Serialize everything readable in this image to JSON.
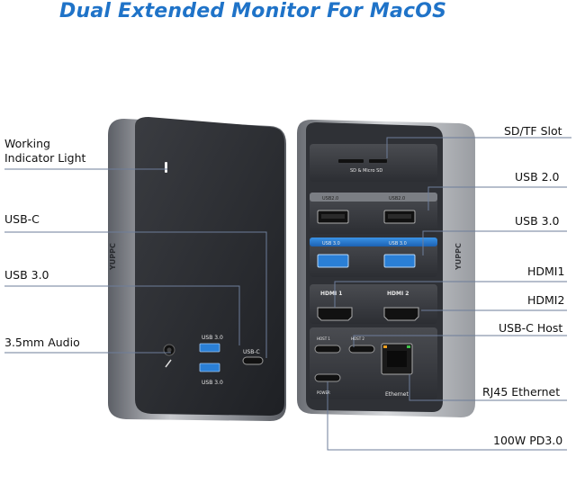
{
  "title": "Dual Extended Monitor For MacOS",
  "callouts_left": {
    "working_light": [
      "Working",
      "Indicator Light"
    ],
    "usb_c": "USB-C",
    "usb_3": "USB 3.0",
    "audio": "3.5mm  Audio"
  },
  "callouts_right": {
    "sd_tf": "SD/TF Slot",
    "usb_2": "USB 2.0",
    "usb_3": "USB 3.0",
    "hdmi1": "HDMI1",
    "hdmi2": "HDMI2",
    "usb_c_host": "USB-C Host",
    "rj45": "RJ45 Ethernet",
    "pd": "100W PD3.0"
  },
  "device_labels": {
    "front_usb3_top": "USB 3.0",
    "front_usb3_bottom": "USB 3.0",
    "front_usbc": "USB-C",
    "sd_micro": "SD  &  Micro SD",
    "usb2_left": "USB2.0",
    "usb2_right": "USB2.0",
    "usb3_left": "USB 3.0",
    "usb3_right": "USB 3.0",
    "hdmi_1": "HDMI 1",
    "hdmi_2": "HDMI 2",
    "host1": "HOST 1",
    "host2": "HOST 2",
    "power": "POWER",
    "ethernet": "Ethernet",
    "brand": "YUPPC"
  },
  "colors": {
    "title": "#1f73c8",
    "usb3_blue": "#2a7fd6",
    "body_dark": "#2b2d31",
    "shell_gray": "#8a8d93",
    "line": "#6d7d9a"
  }
}
